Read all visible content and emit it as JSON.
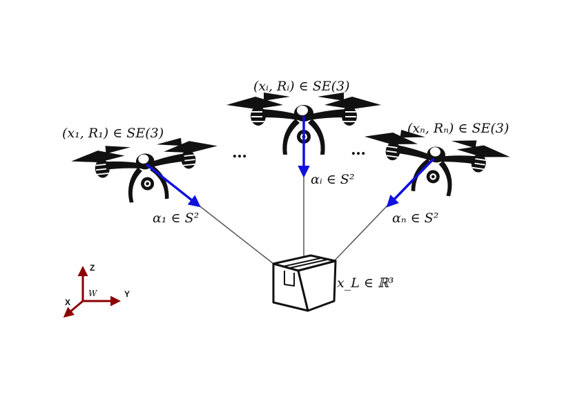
{
  "labels": {
    "drone_left": "(x₁, R₁) ∈ SE(3)",
    "drone_middle": "(xᵢ, Rᵢ) ∈ SE(3)",
    "drone_right": "(xₙ, Rₙ) ∈ SE(3)",
    "alpha_left": "α₁ ∈ S²",
    "alpha_middle": "αᵢ ∈ S²",
    "alpha_right": "αₙ ∈ S²",
    "load": "x_L ∈ ℝ³",
    "ellipsis": "…"
  },
  "frame": {
    "z": "Z",
    "y": "Y",
    "x": "X",
    "w": "W"
  },
  "colors": {
    "arrow": "#1010e0",
    "frame": "#8b0000",
    "cable": "#555555",
    "drone": "#111111"
  }
}
